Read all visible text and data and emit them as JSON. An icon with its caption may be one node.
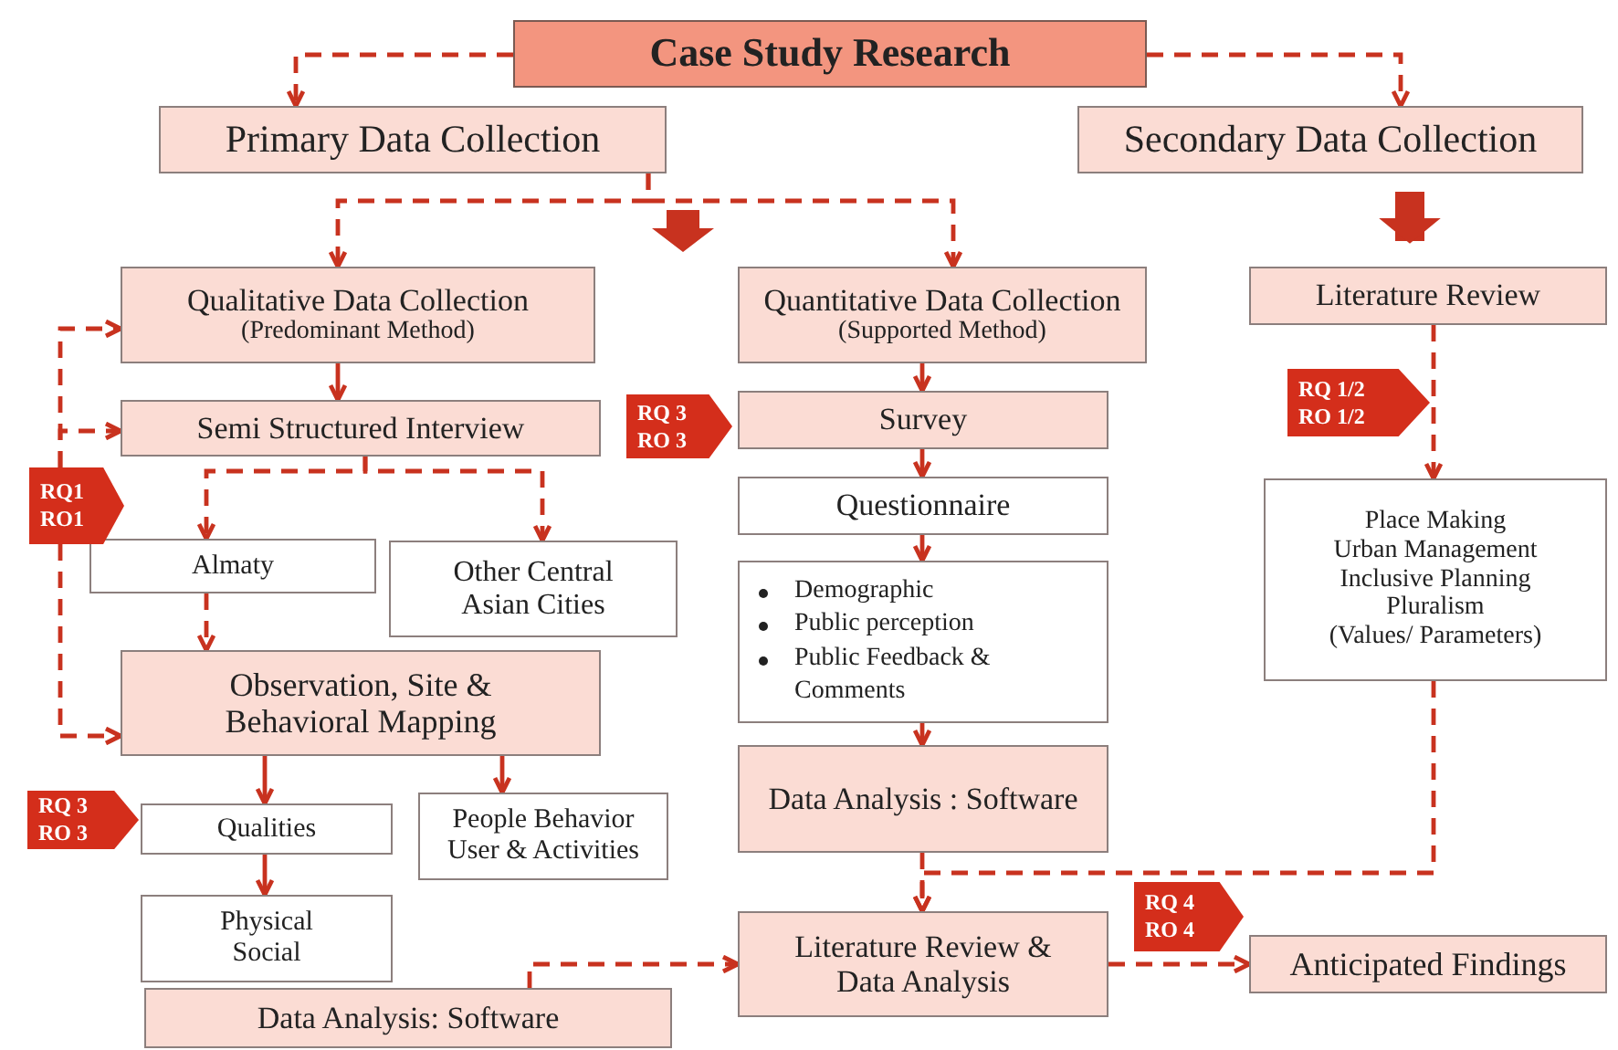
{
  "diagram": {
    "nodes": [
      {
        "text": [
          "Case Study Research"
        ]
      },
      {
        "text": [
          "Primary Data Collection"
        ]
      },
      {
        "text": [
          "Secondary Data Collection"
        ]
      },
      {
        "text": [
          "Qualitative Data Collection",
          "(Predominant Method)"
        ]
      },
      {
        "text": [
          "Quantitative Data Collection",
          "(Supported Method)"
        ]
      },
      {
        "text": [
          "Literature Review"
        ]
      },
      {
        "text": [
          "Semi Structured Interview"
        ]
      },
      {
        "text": [
          "Survey"
        ]
      },
      {
        "text": [
          "Questionnaire"
        ]
      },
      {
        "text": [
          "Demographic",
          "Public perception",
          "Public Feedback & Comments"
        ]
      },
      {
        "text": [
          "Place Making",
          "Urban Management",
          "Inclusive Planning",
          "Pluralism",
          "(Values/ Parameters)"
        ]
      },
      {
        "text": [
          "Almaty"
        ]
      },
      {
        "text": [
          "Other Central Asian Cities"
        ]
      },
      {
        "text": [
          "Observation, Site & Behavioral Mapping"
        ]
      },
      {
        "text": [
          "Qualities"
        ]
      },
      {
        "text": [
          "People Behavior",
          "User & Activities"
        ]
      },
      {
        "text": [
          "Data Analysis : Software"
        ]
      },
      {
        "text": [
          "Physical",
          "Social"
        ]
      },
      {
        "text": [
          "Literature Review & Data Analysis"
        ]
      },
      {
        "text": [
          "Data Analysis: Software"
        ]
      },
      {
        "text": [
          "Anticipated Findings"
        ]
      },
      {
        "text": [
          "RQ1",
          "RO1"
        ]
      },
      {
        "text": [
          "RQ 3",
          "RO 3"
        ]
      },
      {
        "text": [
          "RQ 1/2",
          "RO 1/2"
        ]
      },
      {
        "text": [
          "RQ 3",
          "RO 3"
        ]
      },
      {
        "text": [
          "RQ 4",
          "RO 4"
        ]
      }
    ],
    "edges": [
      {
        "from": 0,
        "to": 1,
        "arrow": "to",
        "style": "dashed"
      },
      {
        "from": 0,
        "to": 2,
        "arrow": "to",
        "style": "dashed"
      },
      {
        "from": 1,
        "to": 3,
        "arrow": "to",
        "style": "dashed"
      },
      {
        "from": 1,
        "to": 4,
        "arrow": "to",
        "style": "dashed"
      },
      {
        "from": 2,
        "to": 5,
        "arrow": "to",
        "style": "thick"
      },
      {
        "from": 3,
        "to": 6,
        "arrow": "to"
      },
      {
        "from": 21,
        "to": 3,
        "arrow": "to",
        "style": "dashed"
      },
      {
        "from": 21,
        "to": 6,
        "arrow": "to",
        "style": "dashed"
      },
      {
        "from": 21,
        "to": 13,
        "arrow": "to",
        "style": "dashed"
      },
      {
        "from": 6,
        "to": 11,
        "arrow": "to",
        "style": "dashed"
      },
      {
        "from": 6,
        "to": 12,
        "arrow": "to",
        "style": "dashed"
      },
      {
        "from": 11,
        "to": 13,
        "arrow": "to",
        "style": "dashed"
      },
      {
        "from": 13,
        "to": 14,
        "arrow": "to"
      },
      {
        "from": 13,
        "to": 15,
        "arrow": "to"
      },
      {
        "from": 14,
        "to": 17,
        "arrow": "to"
      },
      {
        "from": 4,
        "to": 7,
        "arrow": "to"
      },
      {
        "from": 7,
        "to": 8,
        "arrow": "to"
      },
      {
        "from": 8,
        "to": 9,
        "arrow": "to"
      },
      {
        "from": 9,
        "to": 16,
        "arrow": "to"
      },
      {
        "from": 16,
        "to": 18,
        "arrow": "to",
        "style": "dashed"
      },
      {
        "from": 10,
        "to": 18,
        "arrow": "to",
        "style": "dashed"
      },
      {
        "from": 5,
        "to": 10,
        "arrow": "to",
        "style": "dashed"
      },
      {
        "from": 19,
        "to": 18,
        "arrow": "to",
        "style": "dashed"
      },
      {
        "from": 18,
        "to": 20,
        "arrow": "to",
        "style": "dashed"
      }
    ]
  }
}
